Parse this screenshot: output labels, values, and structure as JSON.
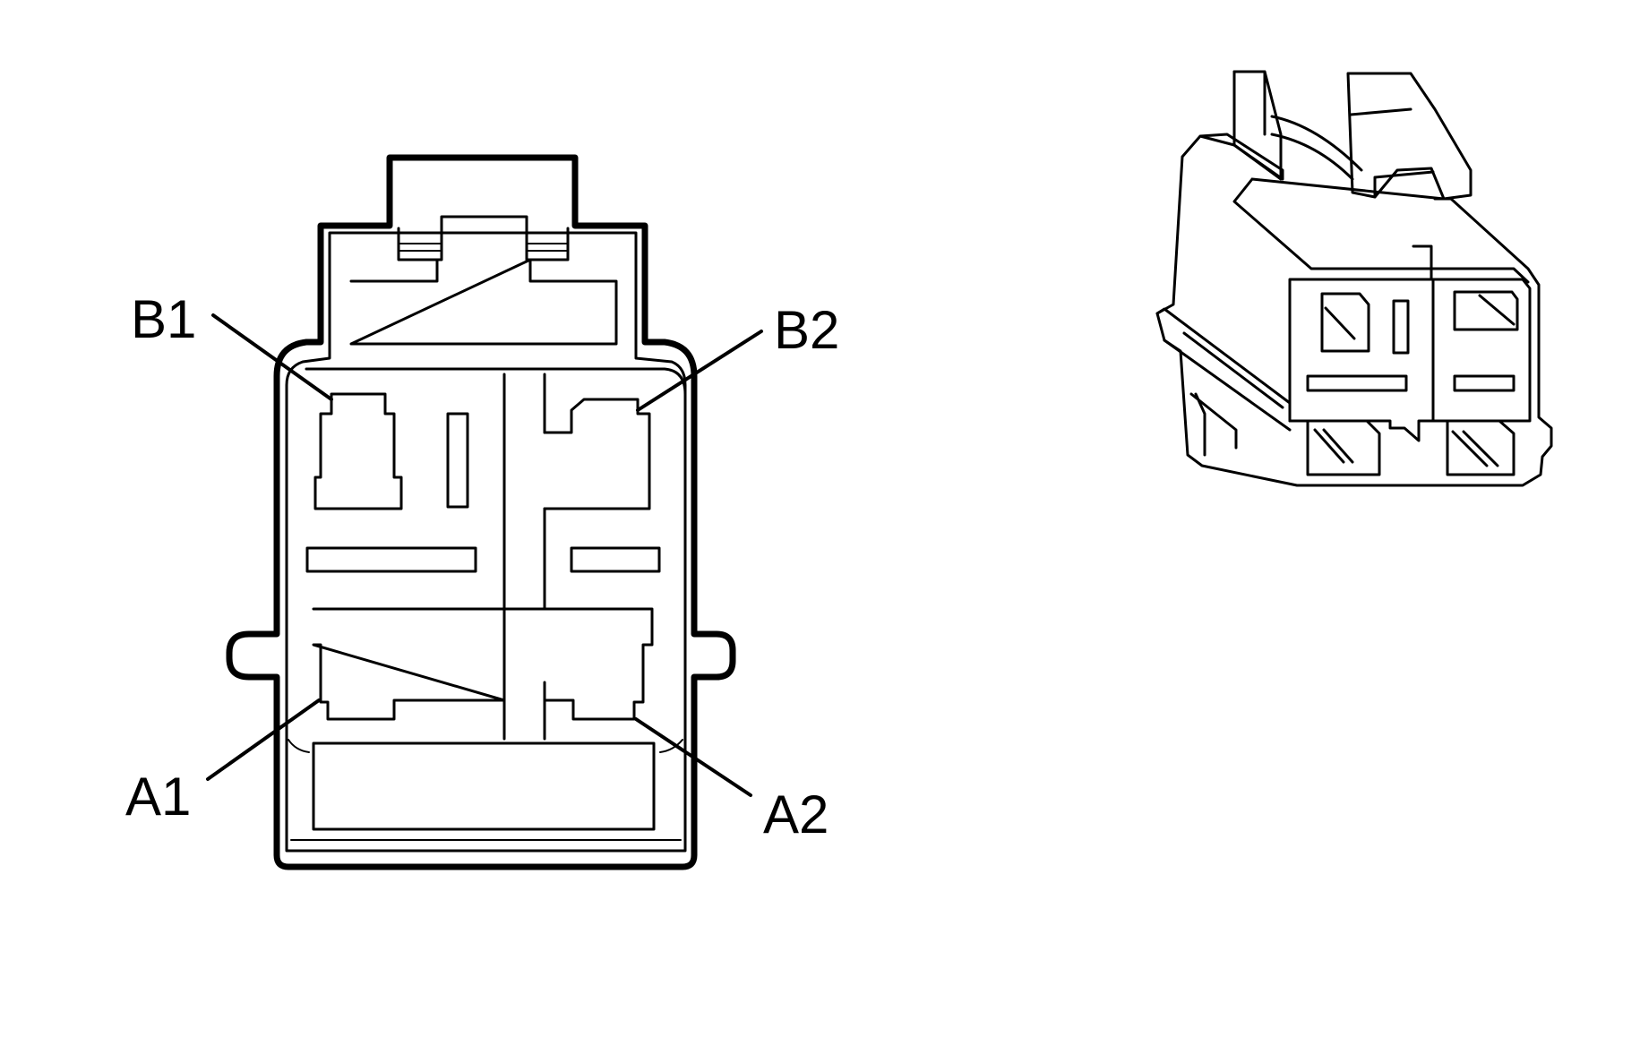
{
  "diagram": {
    "front_view": {
      "pin_labels": {
        "b1": "B1",
        "b2": "B2",
        "a1": "A1",
        "a2": "A2"
      }
    },
    "colors": {
      "stroke": "#000000",
      "background": "#ffffff"
    }
  }
}
